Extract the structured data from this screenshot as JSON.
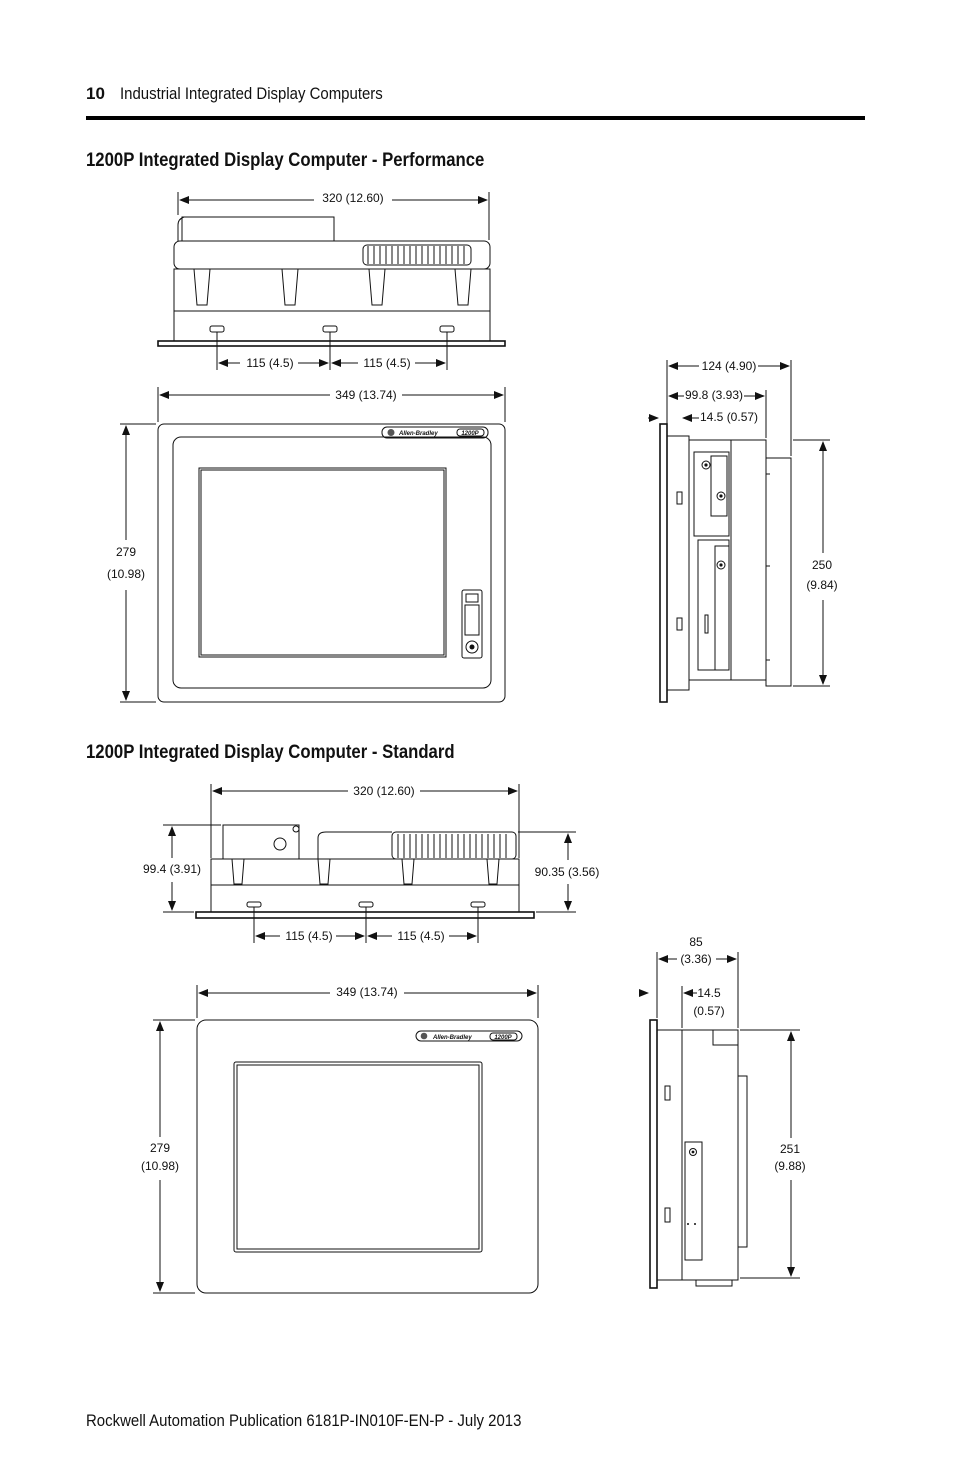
{
  "header": {
    "page_number": "10",
    "title": "Industrial Integrated Display Computers"
  },
  "sections": [
    {
      "title": "1200P Integrated Display Computer - Performance",
      "dims": {
        "top_width": "320 (12.60)",
        "slot_spacing_1": "115 (4.5)",
        "slot_spacing_2": "115 (4.5)",
        "front_width": "349 (13.74)",
        "front_height_line1": "279",
        "front_height_line2": "(10.98)",
        "side_depth": "124 (4.90)",
        "side_depth_body": "99.8 (3.93)",
        "bezel_depth": "14.5 (0.57)",
        "side_height_line1": "250",
        "side_height_line2": "(9.84)"
      }
    },
    {
      "title": "1200P Integrated Display Computer - Standard",
      "dims": {
        "top_width": "320 (12.60)",
        "left_height": "99.4 (3.91)",
        "right_height": "90.35 (3.56)",
        "slot_spacing_1": "115 (4.5)",
        "slot_spacing_2": "115 (4.5)",
        "front_width": "349 (13.74)",
        "front_height_line1": "279",
        "front_height_line2": "(10.98)",
        "side_depth_line1": "85",
        "side_depth_line2": "(3.36)",
        "bezel_depth_line1": "14.5",
        "bezel_depth_line2": "(0.57)",
        "side_height_line1": "251",
        "side_height_line2": "(9.88)"
      }
    }
  ],
  "branding": {
    "brand": "Allen-Bradley",
    "model": "1200P"
  },
  "footer": {
    "text": "Rockwell Automation Publication 6181P-IN010F-EN-P - July 2013"
  }
}
